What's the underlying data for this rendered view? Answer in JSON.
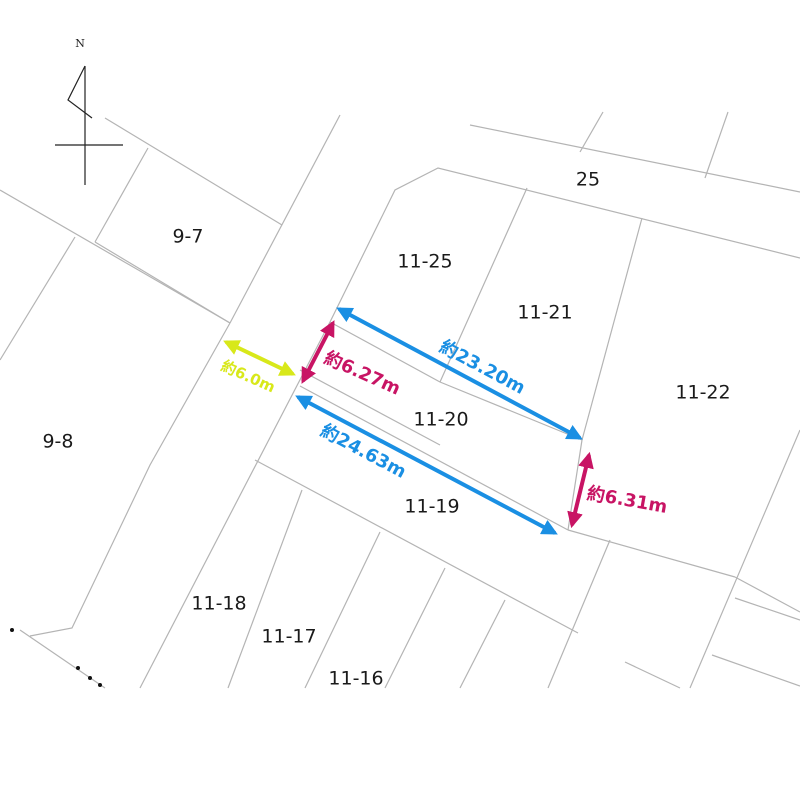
{
  "compass": {
    "north_label": "N"
  },
  "parcels": [
    {
      "id": "p-9-7",
      "label": "9-7"
    },
    {
      "id": "p-9-8",
      "label": "9-8"
    },
    {
      "id": "p-25",
      "label": "25"
    },
    {
      "id": "p-11-25",
      "label": "11-25"
    },
    {
      "id": "p-11-21",
      "label": "11-21"
    },
    {
      "id": "p-11-22",
      "label": "11-22"
    },
    {
      "id": "p-11-20",
      "label": "11-20"
    },
    {
      "id": "p-11-19",
      "label": "11-19"
    },
    {
      "id": "p-11-18",
      "label": "11-18"
    },
    {
      "id": "p-11-17",
      "label": "11-17"
    },
    {
      "id": "p-11-16",
      "label": "11-16"
    }
  ],
  "dimensions": {
    "road_width": "約6.0m",
    "top_length": "約23.20m",
    "bottom_length": "約24.63m",
    "left_width": "約6.27m",
    "right_width": "約6.31m"
  },
  "colors": {
    "length_arrows": "#1a8fe3",
    "width_arrows": "#c81464",
    "road_arrow": "#d8e81a",
    "parcel_lines": "#b4b4b4"
  }
}
